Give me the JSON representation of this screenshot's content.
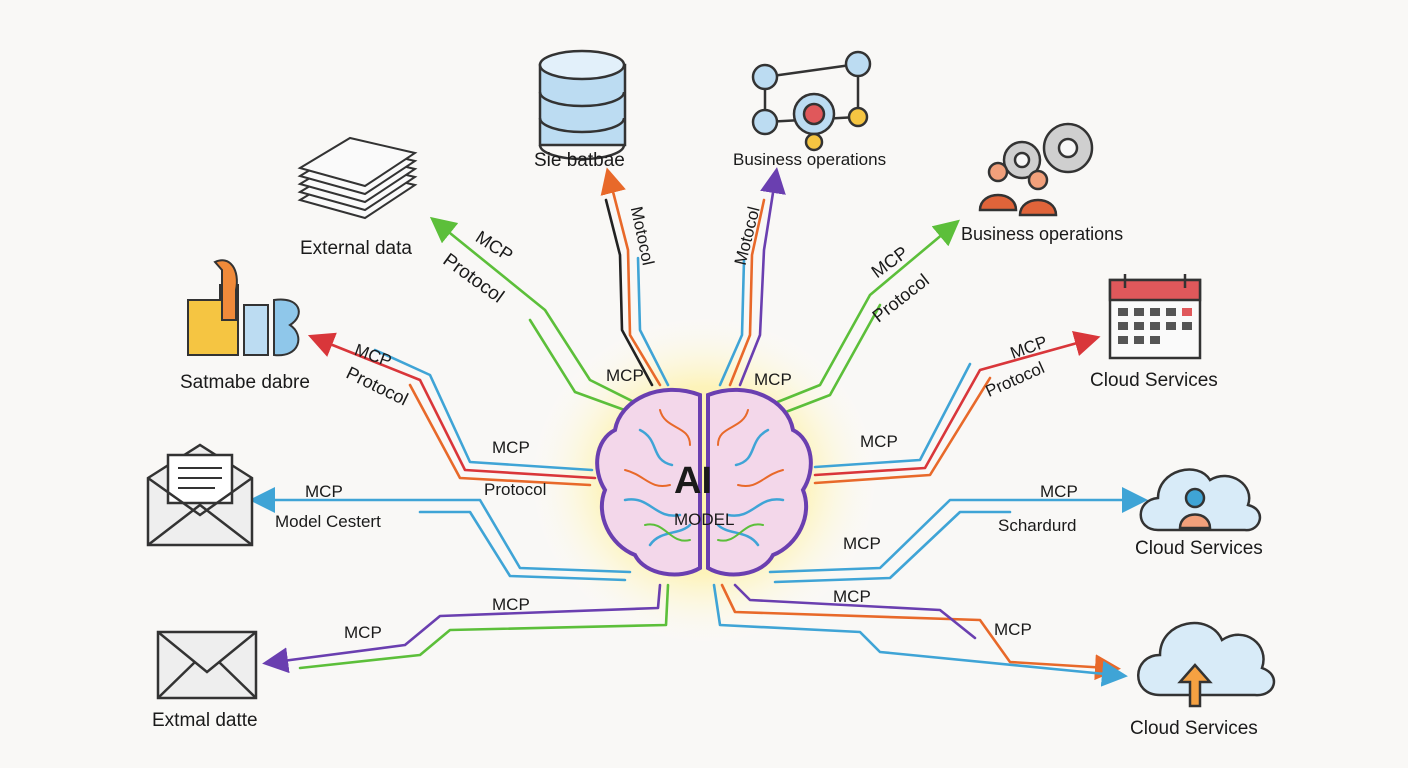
{
  "center": {
    "title": "AI",
    "subtitle": "MODEL"
  },
  "nodes": {
    "top_database": "Sie batbae",
    "top_business": "Business operations",
    "ext_data": "External data",
    "biz_ops_right": "Business operations",
    "puzzle": "Satmabe dabre",
    "calendar": "Cloud Services",
    "mail_open": "",
    "cloud_user": "Cloud Services",
    "mail_small": "Extmal datte",
    "cloud_upload": "Cloud Services"
  },
  "labels": {
    "ext_mcp": "MCP",
    "ext_protocol": "Protocol",
    "db_motocol": "Motocol",
    "biz_motocol": "Motocol",
    "right_mcp": "MCP",
    "right_protocol": "Protocol",
    "puzzle_mcp": "MCP",
    "puzzle_protocol": "Protocol",
    "cal_mcp": "MCP",
    "cal_protocol": "Protocol",
    "inner_mcp_tl": "MCP",
    "inner_mcp_tr": "MCP",
    "left_mcp": "MCP",
    "left_protocol": "Protocol",
    "right_mid_mcp": "MCP",
    "mail_mcp": "MCP",
    "mail_text": "Model Cestert",
    "cu_mcp": "MCP",
    "cu_text": "Schardurd",
    "mid_mcp_low_right": "MCP",
    "bot_mcp_left": "MCP",
    "bot_mcp_left2": "MCP",
    "bot_mcp_right": "MCP",
    "bot_mcp_right2": "MCP"
  },
  "colors": {
    "green": "#5cbf3a",
    "orange": "#e8692a",
    "purple": "#6a3fb0",
    "blue": "#3fa4d6",
    "red": "#d9363a",
    "black": "#222222",
    "glow": "#ffe866"
  }
}
